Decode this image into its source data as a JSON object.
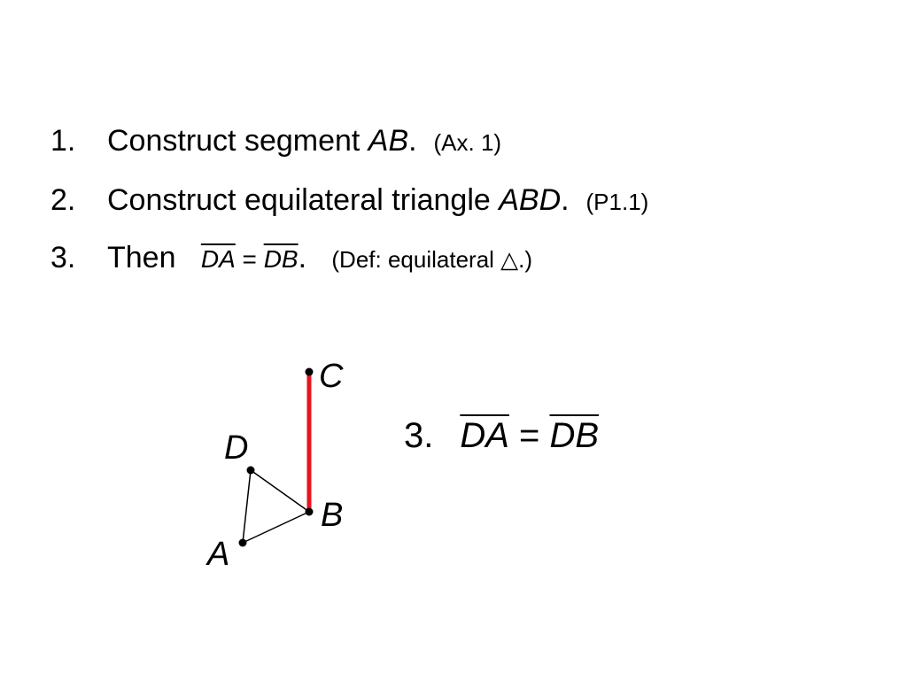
{
  "steps": [
    {
      "number": "1.",
      "text": "Construct segment ",
      "math": "AB",
      "punct": ".",
      "reason": "(Ax. 1)"
    },
    {
      "number": "2.",
      "text": "Construct equilateral triangle ",
      "math": "ABD",
      "punct": ".",
      "reason": "(P1.1)"
    },
    {
      "number": "3.",
      "text": "Then ",
      "seg1": "DA",
      "eq": " = ",
      "seg2": "DB",
      "punct": ".",
      "reason": "(Def: equilateral △.)"
    }
  ],
  "figure": {
    "points": {
      "A": "A",
      "B": "B",
      "C": "C",
      "D": "D"
    },
    "highlight_color": "#e8141c"
  },
  "conclusion": {
    "number": "3.",
    "seg1": "DA",
    "eq": " = ",
    "seg2": "DB"
  }
}
